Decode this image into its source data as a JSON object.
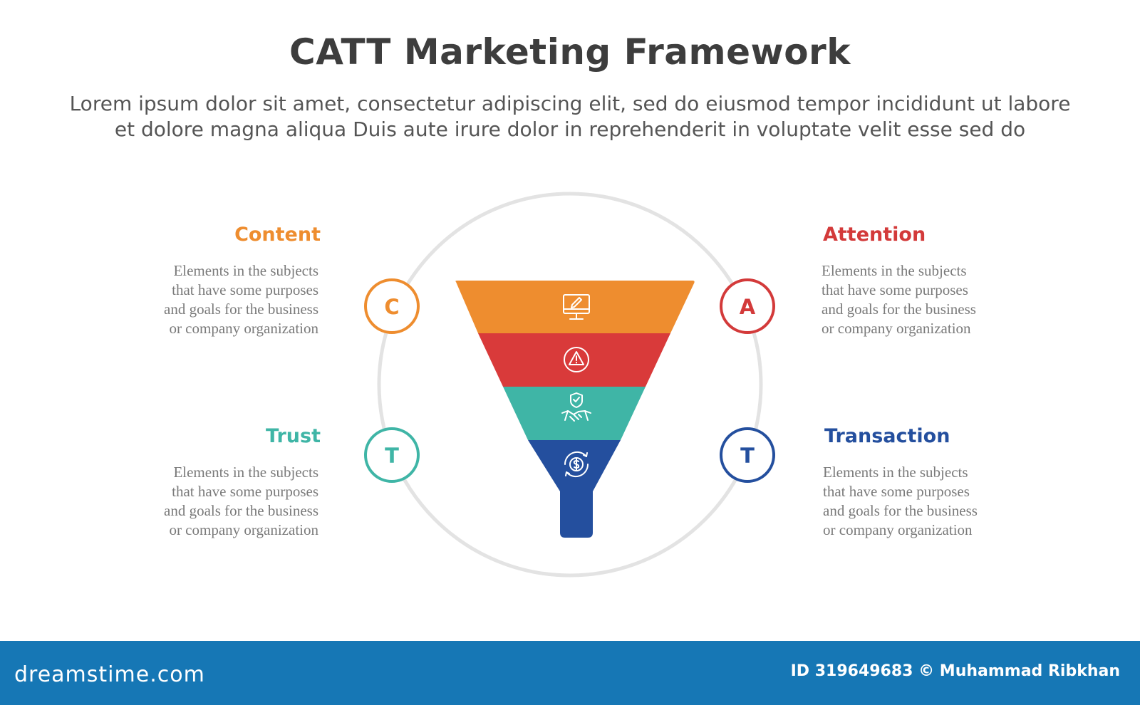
{
  "header": {
    "title": "CATT Marketing Framework",
    "subtitle_lines": [
      "Lorem ipsum dolor sit amet, consectetur adipiscing elit, sed do eiusmod tempor incididunt ut labore",
      "et dolore magna aliqua Duis aute irure dolor in reprehenderit in voluptate velit esse sed do"
    ]
  },
  "items": [
    {
      "letter": "C",
      "heading": "Content",
      "color": "#ee8d2f",
      "desc": [
        "Elements in the subjects",
        "that have some purposes",
        "and goals for the  business",
        "or company organization"
      ]
    },
    {
      "letter": "A",
      "heading": "Attention",
      "color": "#d33a3a",
      "desc": [
        "Elements in the subjects",
        "that have some purposes",
        "and goals for the  business",
        "or company organization"
      ]
    },
    {
      "letter": "T",
      "heading": "Trust",
      "color": "#3fb5a6",
      "desc": [
        "Elements in the subjects",
        "that have some purposes",
        "and goals for the  business",
        "or company organization"
      ]
    },
    {
      "letter": "T",
      "heading": "Transaction",
      "color": "#244f9e",
      "desc": [
        "Elements in the subjects",
        "that have some purposes",
        "and goals for the  business",
        "or company organization"
      ]
    }
  ],
  "funnel": {
    "icons": [
      "computer-icon",
      "warning-icon",
      "handshake-icon",
      "money-cycle-icon"
    ],
    "colors": [
      "#ee8d2f",
      "#d93a3a",
      "#3fb5a6",
      "#244f9e"
    ]
  },
  "footer": {
    "logo": "dreamstime.com",
    "credit": "ID 319649683 © Muhammad Ribkhan",
    "bar_color": "#1677b5"
  }
}
